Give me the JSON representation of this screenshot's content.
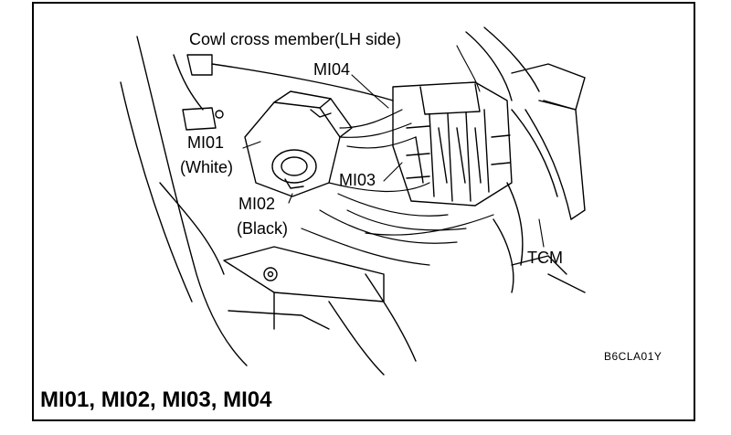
{
  "labels": {
    "cowl": "Cowl cross member(LH side)",
    "mi04": "MI04",
    "mi01": "MI01",
    "mi01_color": "(White)",
    "mi02": "MI02",
    "mi02_color": "(Black)",
    "mi03": "MI03",
    "tcm": "TCM"
  },
  "figure_code": "B6CLA01Y",
  "title": "MI01, MI02, MI03, MI04"
}
